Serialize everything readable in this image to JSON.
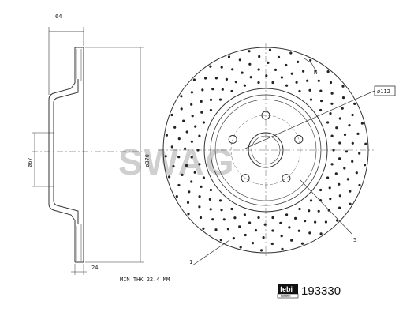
{
  "side_view": {
    "dim_width": "64",
    "dim_outer_diameter": "ø370",
    "dim_hub_diameter": "ø67",
    "dim_thickness": "24"
  },
  "front_view": {
    "callout_k": "K",
    "callout_bolt_circle": "ø112",
    "callout_1": "1",
    "callout_5": "5"
  },
  "footer": {
    "min_thickness": "MIN THK 22.4 MM",
    "part_number": "193330"
  },
  "brand": {
    "watermark": "SWAG",
    "logo": "febi",
    "logo_sub": "bilstein"
  }
}
